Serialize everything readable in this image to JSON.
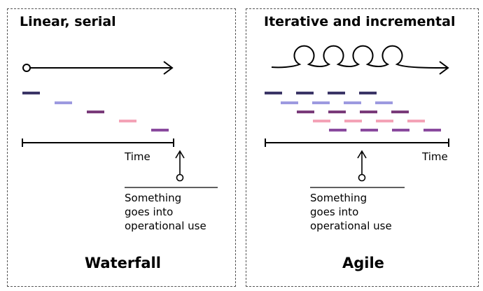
{
  "waterfall": {
    "heading": "Linear, serial",
    "time_label": "Time",
    "note_lines": [
      "Something",
      "goes into",
      "operational use"
    ],
    "name": "Waterfall"
  },
  "agile": {
    "heading": "Iterative and incremental",
    "time_label": "Time",
    "note_lines": [
      "Something",
      "goes into",
      "operational use"
    ],
    "name": "Agile"
  },
  "colors": [
    "#3b3566",
    "#9d9ae0",
    "#7a3b7a",
    "#f4a3b7",
    "#8a4a9e"
  ]
}
